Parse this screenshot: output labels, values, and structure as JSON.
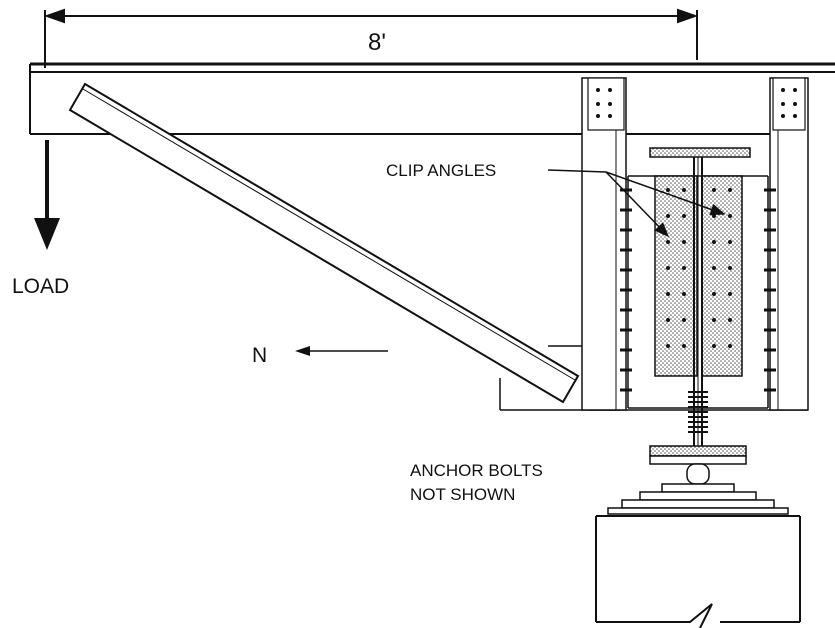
{
  "diagram": {
    "dimension_label": "8'",
    "load_label": "LOAD",
    "direction_label": "N",
    "clip_angles_label": "CLIP ANGLES",
    "anchor_bolts_line1": "ANCHOR BOLTS",
    "anchor_bolts_line2": "NOT SHOWN"
  },
  "colors": {
    "ink": "#111111",
    "paper": "#ffffff",
    "stipple": "#d9d9d9"
  }
}
